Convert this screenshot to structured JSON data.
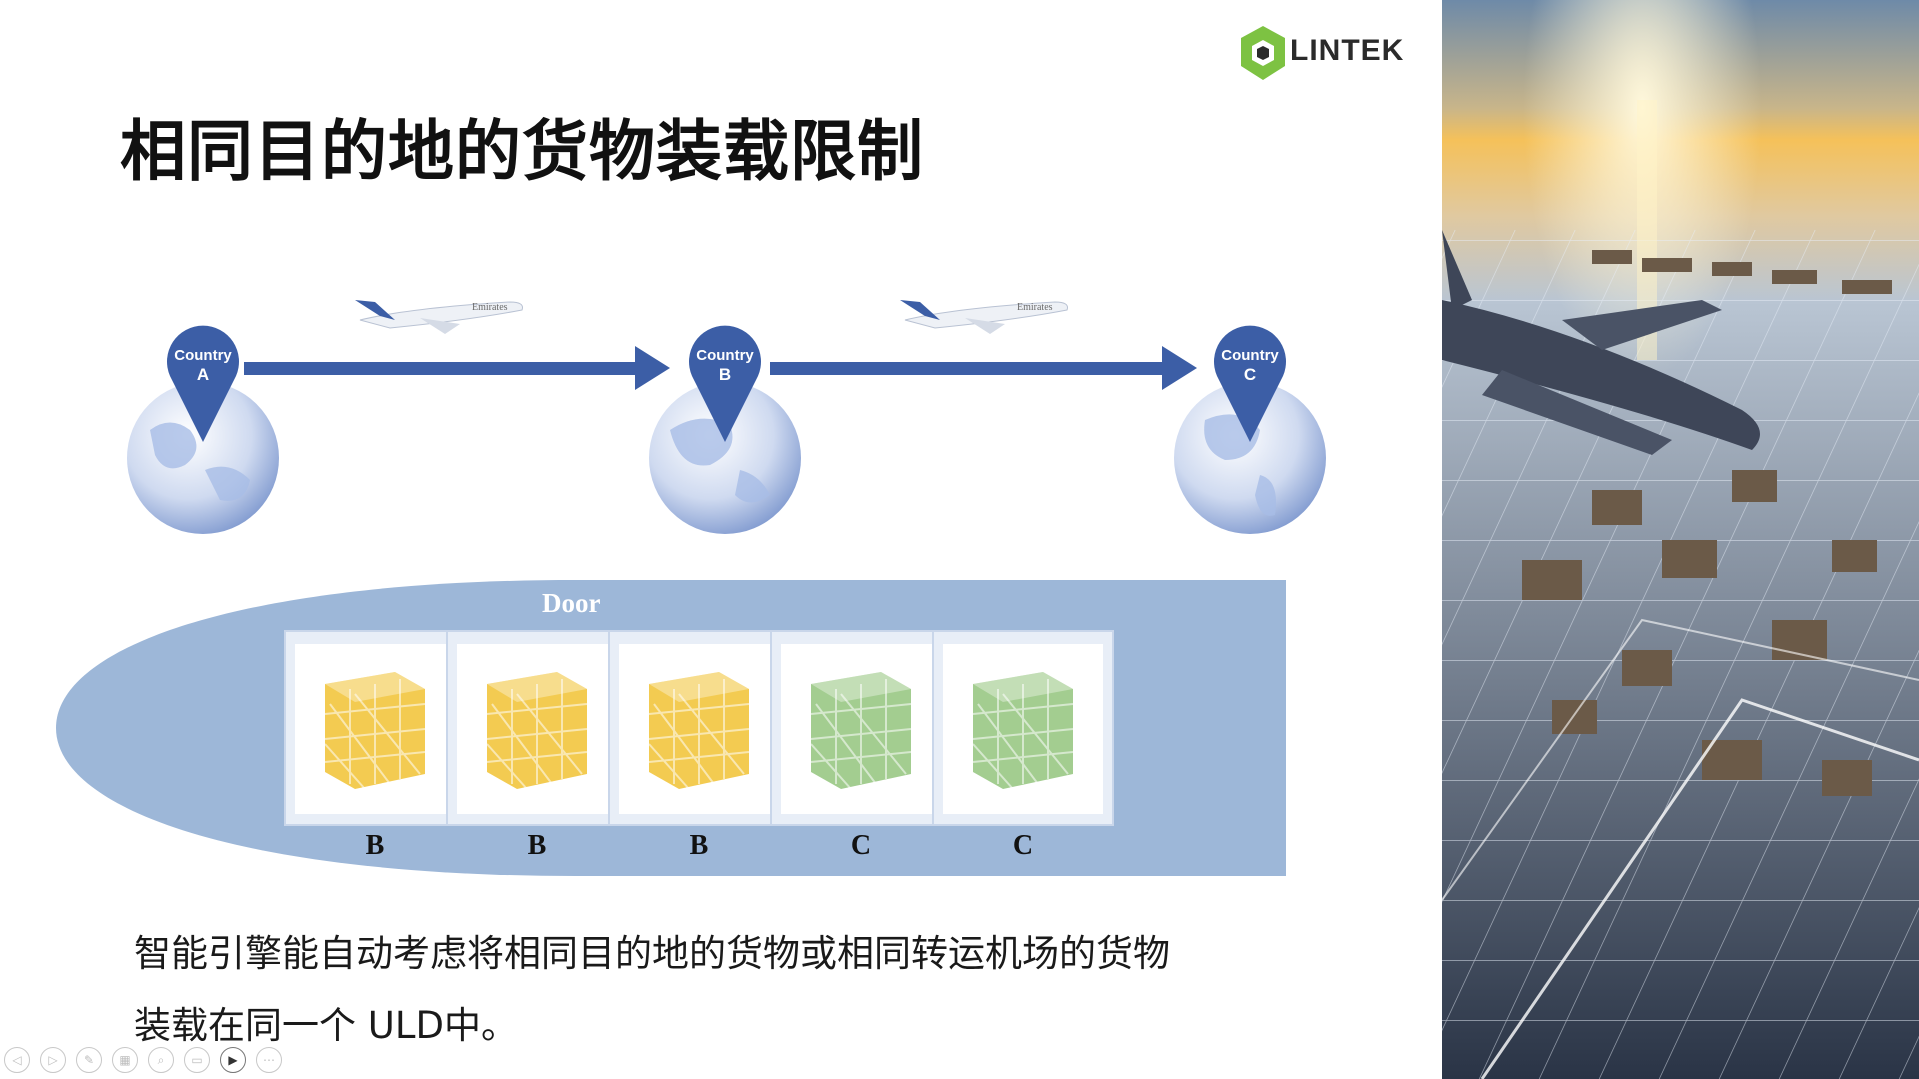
{
  "slide": {
    "title": "相同目的地的货物装载限制",
    "logo_text": "LINTEK",
    "route": {
      "countries": [
        {
          "line1": "Country",
          "line2": "A"
        },
        {
          "line1": "Country",
          "line2": "B"
        },
        {
          "line1": "Country",
          "line2": "C"
        }
      ],
      "airline_text": "Emirates"
    },
    "uld": {
      "door_label": "Door",
      "slots": [
        {
          "label": "B",
          "color": "#f1c232"
        },
        {
          "label": "B",
          "color": "#f1c232"
        },
        {
          "label": "B",
          "color": "#f1c232"
        },
        {
          "label": "C",
          "color": "#93c47d"
        },
        {
          "label": "C",
          "color": "#93c47d"
        }
      ]
    },
    "body_lines": [
      "智能引擎能自动考虑将相同目的地的货物或相同转运机场的货物",
      "装载在同一个 ULD中。"
    ]
  },
  "toolbar": {
    "buttons": [
      {
        "icon": "previous-icon",
        "glyph": "◁"
      },
      {
        "icon": "next-icon",
        "glyph": "▷"
      },
      {
        "icon": "pen-icon",
        "glyph": "✎"
      },
      {
        "icon": "slides-icon",
        "glyph": "▦"
      },
      {
        "icon": "zoom-icon",
        "glyph": "⌕"
      },
      {
        "icon": "subtitles-icon",
        "glyph": "▭"
      },
      {
        "icon": "camera-icon",
        "glyph": "▶"
      },
      {
        "icon": "more-icon",
        "glyph": "⋯"
      }
    ]
  },
  "colors": {
    "accent_blue": "#3c5ea6",
    "uld_body": "#9db7d8",
    "logo_green": "#7dc242"
  }
}
